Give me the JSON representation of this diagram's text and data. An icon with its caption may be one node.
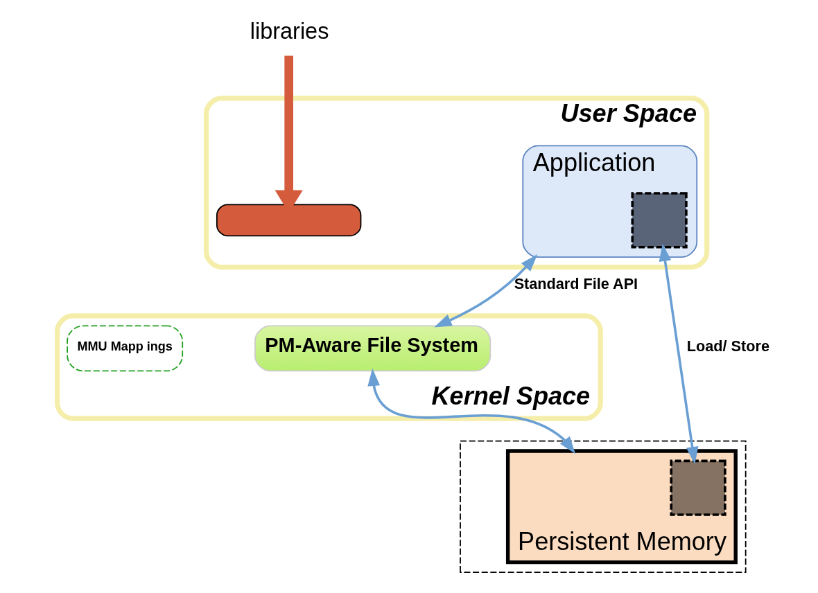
{
  "diagram": {
    "nodes": [
      {
        "text": [
          "User Space"
        ]
      },
      {
        "text": [
          "Application"
        ],
        "in": 0
      },
      {
        "text": [],
        "shape": "box",
        "in": 1
      },
      {
        "text": [],
        "shape": "bar",
        "in": 0
      },
      {
        "text": [
          "libraries"
        ]
      },
      {
        "text": [
          "Kernel Space"
        ]
      },
      {
        "text": [
          "PM-Aware File System"
        ],
        "in": 5
      },
      {
        "text": [
          "MMU Mapp ings"
        ],
        "in": 5
      },
      {
        "text": [],
        "shape": "box"
      },
      {
        "text": [
          "Persistent Memory"
        ],
        "in": 8
      },
      {
        "text": [],
        "shape": "box",
        "in": 9
      }
    ],
    "edges": [
      {
        "from": 1,
        "to": 6,
        "arrow": "both",
        "label": "Standard File API"
      },
      {
        "from": 2,
        "to": 10,
        "arrow": "both",
        "label": "Load/ Store"
      },
      {
        "from": 6,
        "to": 9,
        "arrow": "both"
      },
      {
        "from": 4,
        "to": 3,
        "arrow": "to",
        "style": "thick",
        "color": "#d45c3c"
      }
    ]
  }
}
